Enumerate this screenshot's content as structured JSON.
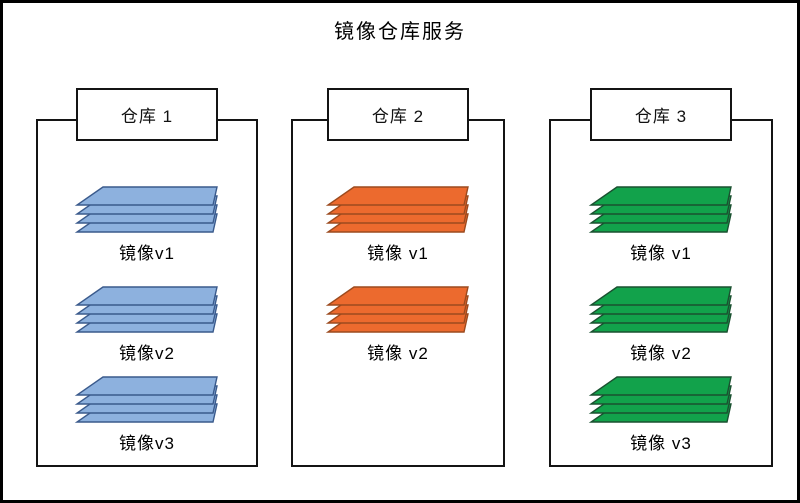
{
  "title": "镜像仓库服务",
  "colors": {
    "outline": "#000000",
    "blue_fill": "#8DB1DE",
    "blue_stroke": "#3A5A8C",
    "orange_fill": "#EC6A2E",
    "orange_stroke": "#9C4A1E",
    "green_fill": "#12A24B",
    "green_stroke": "#1A5130"
  },
  "repositories": [
    {
      "name": "仓库 1",
      "color": "blue",
      "images": [
        "镜像v1",
        "镜像v2",
        "镜像v3"
      ]
    },
    {
      "name": "仓库 2",
      "color": "orange",
      "images": [
        "镜像 v1",
        "镜像 v2"
      ]
    },
    {
      "name": "仓库 3",
      "color": "green",
      "images": [
        "镜像 v1",
        "镜像 v2",
        "镜像 v3"
      ]
    }
  ]
}
